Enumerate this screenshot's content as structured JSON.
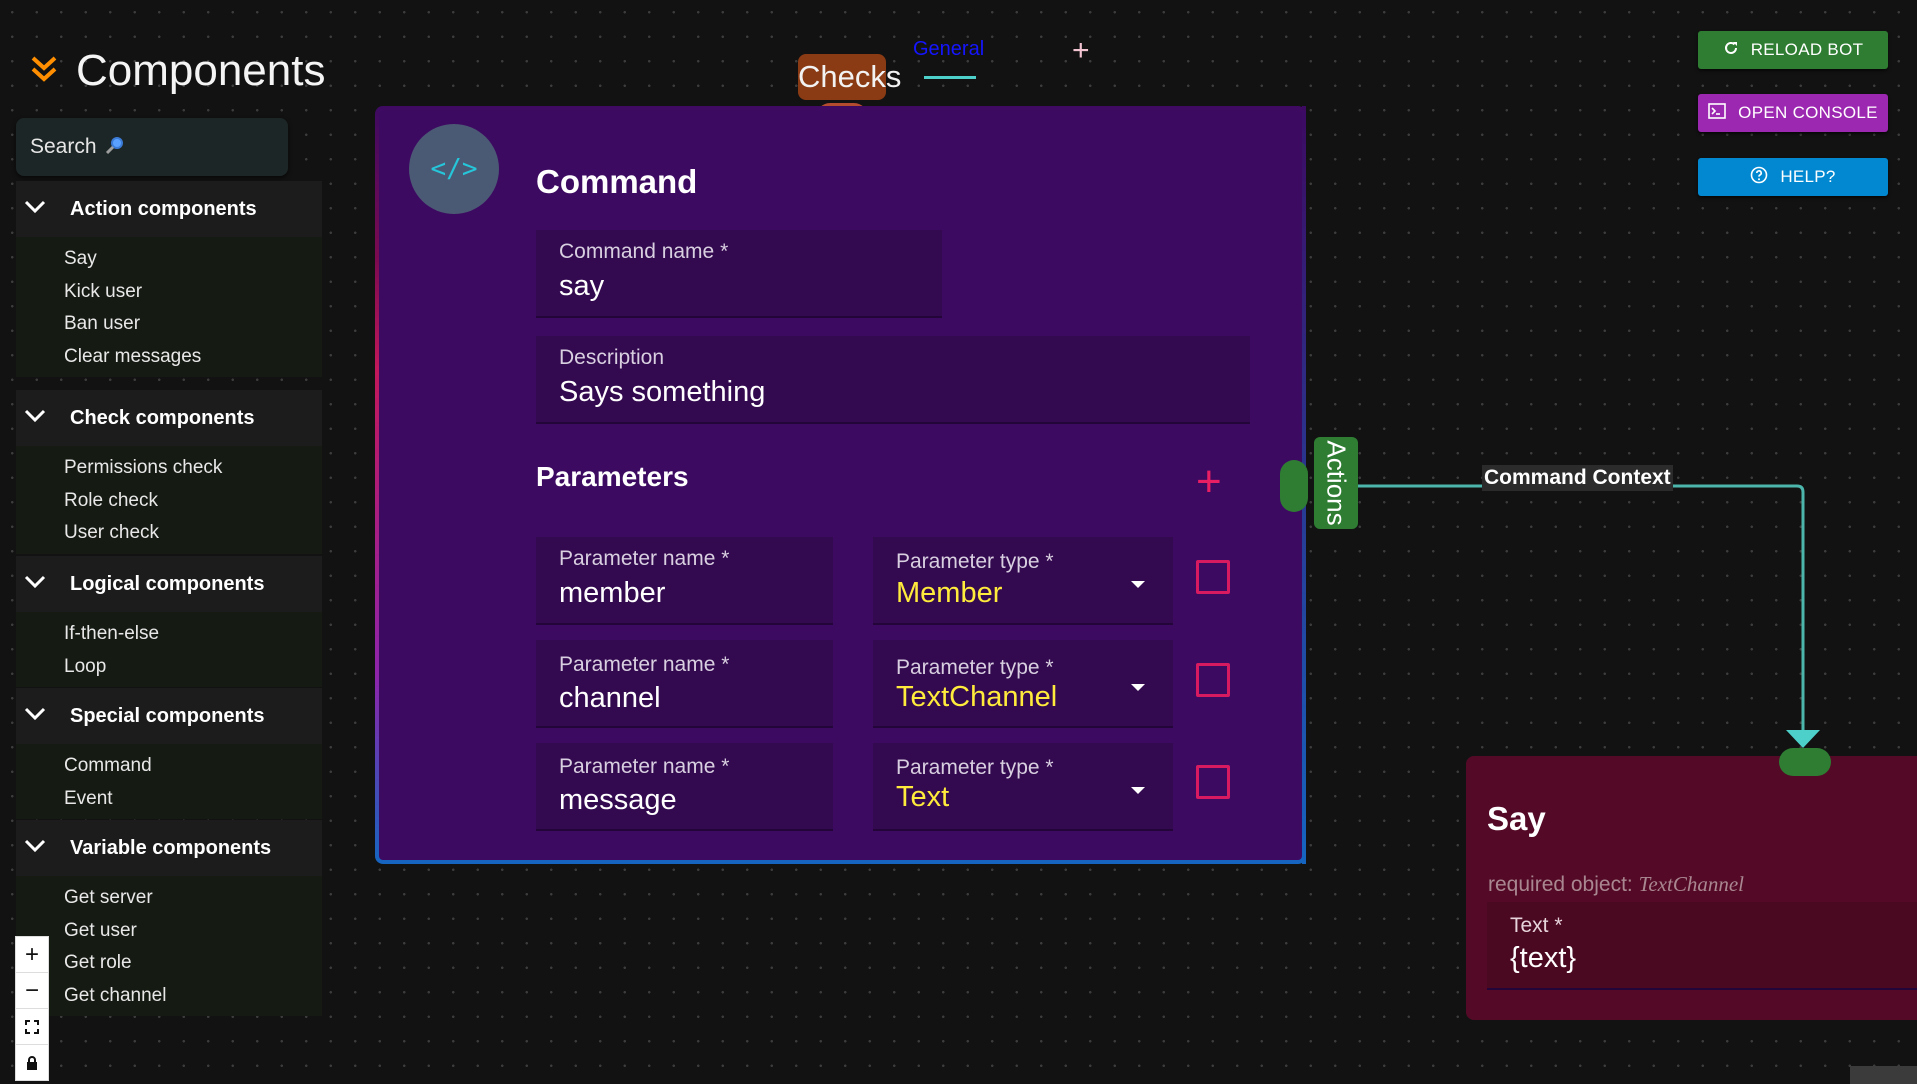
{
  "sidebar": {
    "title": "Components",
    "search_label": "Search",
    "sections": [
      {
        "title": "Action components",
        "items": [
          "Say",
          "Kick user",
          "Ban user",
          "Clear messages"
        ]
      },
      {
        "title": "Check components",
        "items": [
          "Permissions check",
          "Role check",
          "User check"
        ]
      },
      {
        "title": "Logical components",
        "items": [
          "If-then-else",
          "Loop"
        ]
      },
      {
        "title": "Special components",
        "items": [
          "Command",
          "Event"
        ]
      },
      {
        "title": "Variable components",
        "items": [
          "Get server",
          "Get user",
          "Get role",
          "Get channel"
        ]
      }
    ]
  },
  "zoom_controls": {
    "zoom_in": "+",
    "zoom_out": "−"
  },
  "tabs": {
    "checks_tag": "Checks",
    "general": "General",
    "add": "+"
  },
  "toolbar": {
    "reload_label": "RELOAD BOT",
    "console_label": "OPEN CONSOLE",
    "help_label": "HELP?"
  },
  "command_node": {
    "icon_text": "</>",
    "title": "Command",
    "command_name_label": "Command name *",
    "command_name_value": "say",
    "description_label": "Description",
    "description_value": "Says something",
    "parameters_title": "Parameters",
    "add_param": "+",
    "parameters": [
      {
        "name_label": "Parameter name *",
        "name": "member",
        "type_label": "Parameter type *",
        "type": "Member"
      },
      {
        "name_label": "Parameter name *",
        "name": "channel",
        "type_label": "Parameter type *",
        "type": "TextChannel"
      },
      {
        "name_label": "Parameter name *",
        "name": "message",
        "type_label": "Parameter type *",
        "type": "Text"
      }
    ],
    "actions_tag": "Actions"
  },
  "edge": {
    "label": "Command Context",
    "color": "#4db6ac"
  },
  "say_node": {
    "title": "Say",
    "required_prefix": "required object: ",
    "required_type": "TextChannel",
    "text_label": "Text *",
    "text_value": "{text}"
  },
  "colors": {
    "reload": "#2e7d32",
    "console": "#9c27b0",
    "help": "#0288d1",
    "command_node": "#3d0a62",
    "say_node": "#540a26",
    "param_type": "#ffeb3b"
  }
}
